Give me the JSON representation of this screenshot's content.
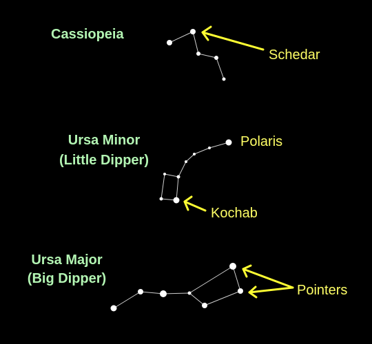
{
  "constellations": {
    "cassiopeia": {
      "name": "Cassiopeia"
    },
    "ursa_minor": {
      "name": "Ursa Minor",
      "alt_name": "(Little Dipper)"
    },
    "ursa_major": {
      "name": "Ursa Major",
      "alt_name": "(Big Dipper)"
    }
  },
  "stars": {
    "schedar": "Schedar",
    "polaris": "Polaris",
    "kochab": "Kochab",
    "pointers": "Pointers"
  },
  "colors": {
    "background": "#000000",
    "constellation_label": "#b3f5b3",
    "star_label": "#ffff66",
    "arrow": "#ffff33",
    "star": "#ffffff",
    "line": "#cfcfcf"
  }
}
